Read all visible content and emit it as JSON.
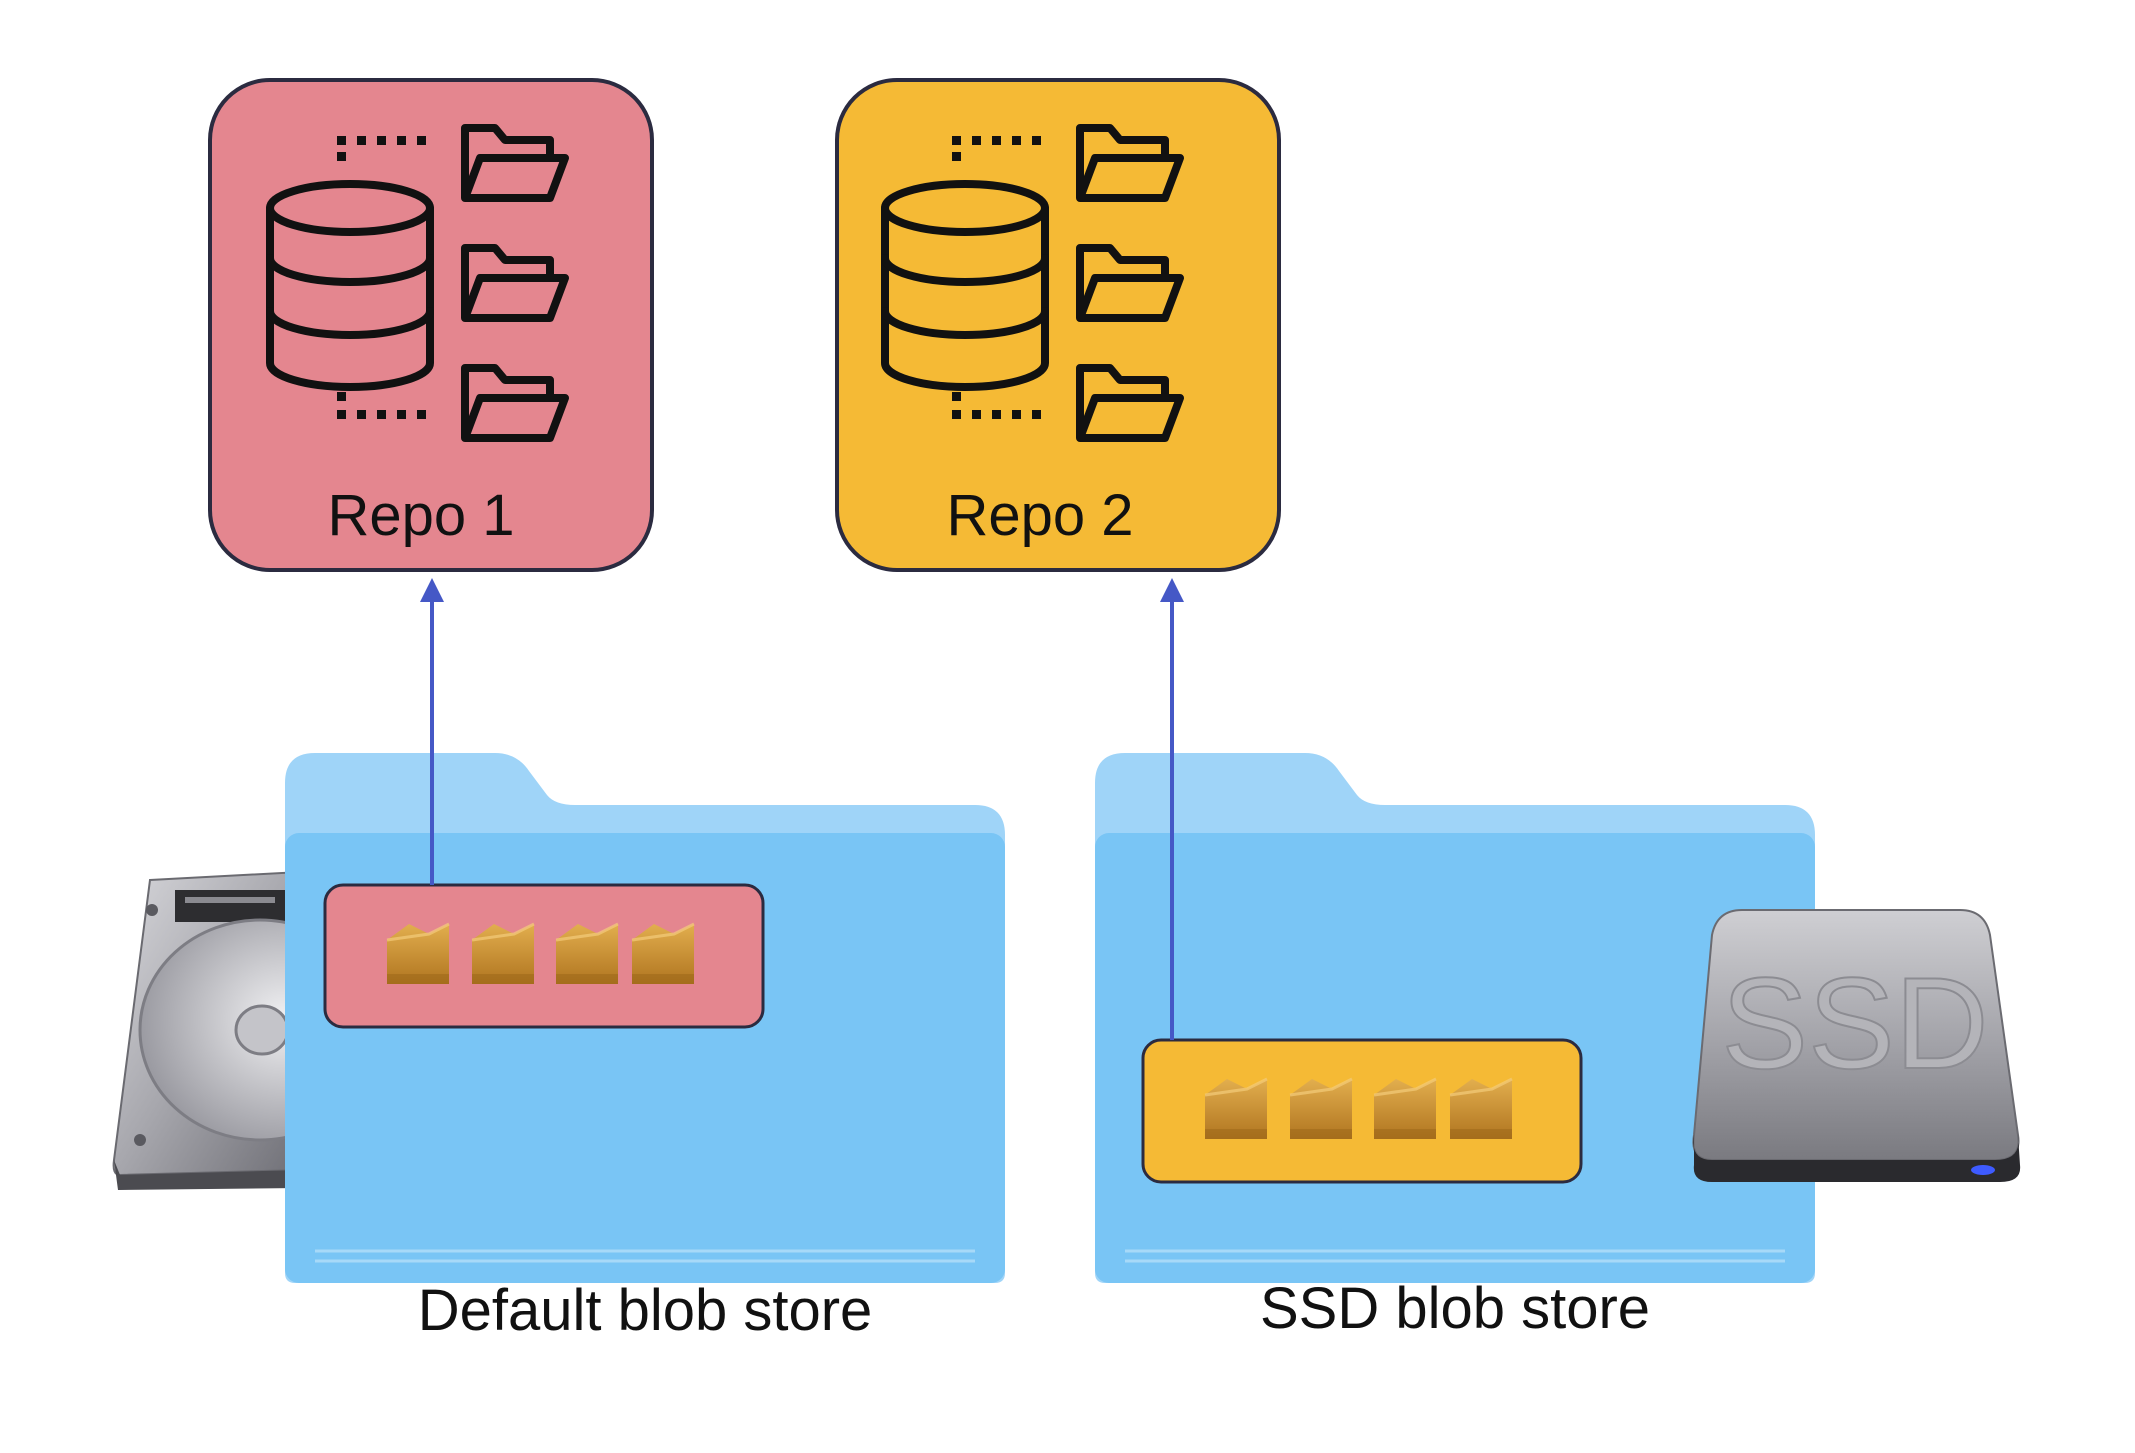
{
  "repos": [
    {
      "label": "Repo 1",
      "color": "#E4868F"
    },
    {
      "label": "Repo 2",
      "color": "#F5BA35"
    }
  ],
  "stores": [
    {
      "label": "Default blob store",
      "drive": "hard-disk-drive"
    },
    {
      "label": "SSD blob store",
      "drive": "solid-state-drive",
      "drive_text": "SSD"
    }
  ],
  "colors": {
    "folder_body": "#79C5F5",
    "folder_back": "#9FD4F8",
    "arrow": "#4558C6",
    "outline": "#2B2B40",
    "blob_icon": "#C98E2E"
  }
}
